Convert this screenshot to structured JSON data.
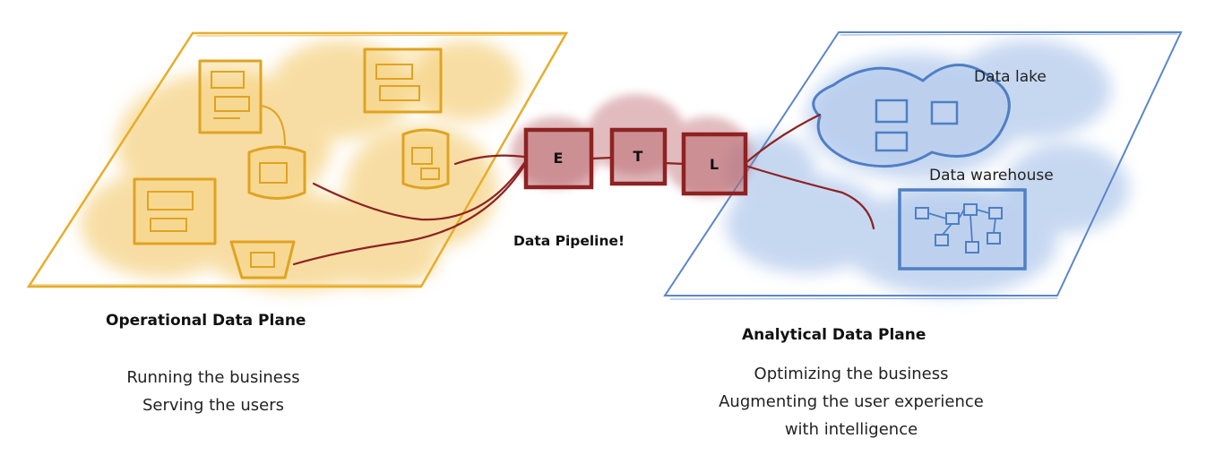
{
  "operational": {
    "title": "Operational Data Plane",
    "lines": [
      "Running the business",
      "Serving the users"
    ],
    "color": "#e7ad2a"
  },
  "pipeline": {
    "label": "Data Pipeline!",
    "stages": [
      "E",
      "T",
      "L"
    ],
    "color": "#8e2222"
  },
  "analytical": {
    "title": "Analytical Data Plane",
    "lines": [
      "Optimizing the business",
      "Augmenting the user experience",
      "with intelligence"
    ],
    "data_lake": "Data lake",
    "data_warehouse": "Data warehouse",
    "color": "#5b86c8"
  }
}
